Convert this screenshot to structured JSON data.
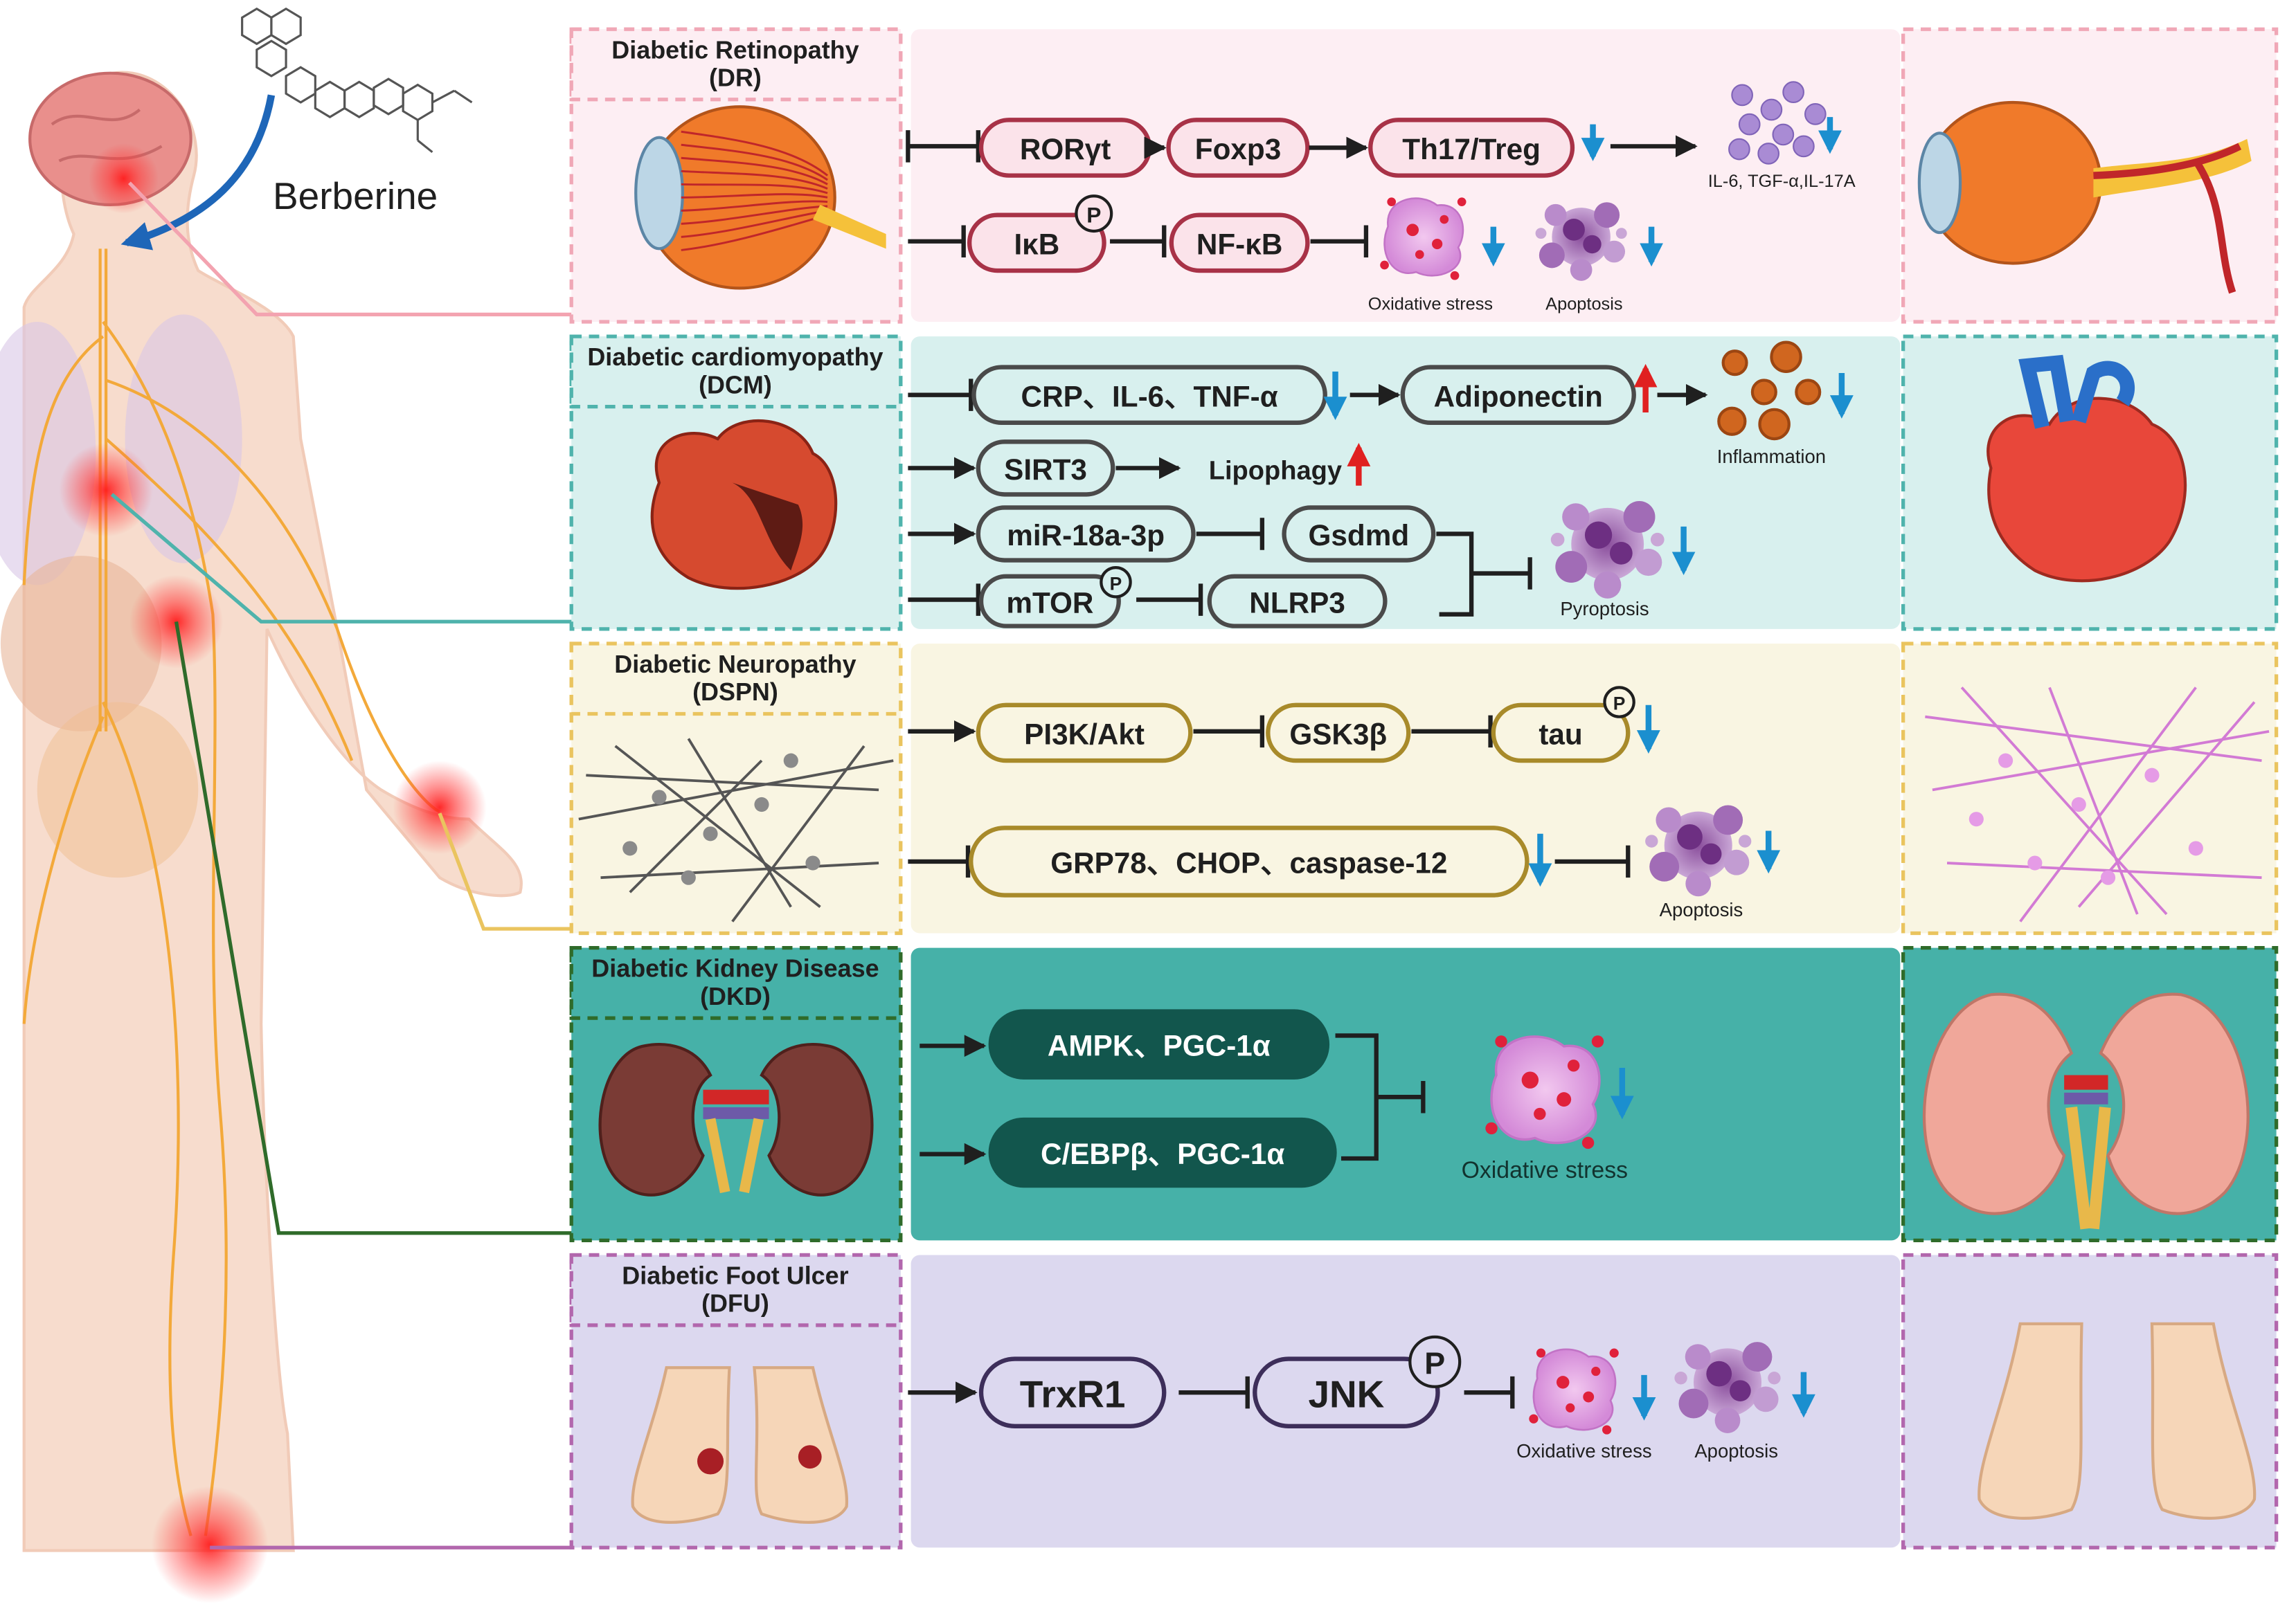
{
  "drug": {
    "name": "Berberine"
  },
  "panels": {
    "dr": {
      "title_line1": "Diabetic Retinopathy",
      "title_line2": "(DR)",
      "colors": {
        "bg": "#fdeef3",
        "border": "#f0a7b6",
        "pill_fill": "#fbe3ea",
        "pill_stroke": "#a83247"
      },
      "pills": [
        "RORγt",
        "Foxp3",
        "Th17/Treg",
        "IκB",
        "NF-κB"
      ],
      "labels": {
        "cytokines": "IL-6, TGF-α,IL-17A",
        "oxidative": "Oxidative stress",
        "apoptosis": "Apoptosis"
      },
      "phospho": "P"
    },
    "dcm": {
      "title_line1": "Diabetic cardiomyopathy",
      "title_line2": "(DCM)",
      "colors": {
        "bg": "#d8f0ee",
        "border": "#4fb3ac",
        "pill_fill": "#d8f0ee",
        "pill_stroke": "#4a4a4a"
      },
      "pills": [
        "CRP、IL-6、TNF-α",
        "Adiponectin",
        "SIRT3",
        "miR-18a-3p",
        "Gsdmd",
        "mTOR",
        "NLRP3"
      ],
      "labels": {
        "lipophagy": "Lipophagy",
        "inflammation": "Inflammation",
        "pyroptosis": "Pyroptosis"
      },
      "phospho": "P"
    },
    "dspn": {
      "title_line1": "Diabetic Neuropathy",
      "title_line2": "(DSPN)",
      "colors": {
        "bg": "#f9f5e2",
        "border": "#eac45f",
        "pill_fill": "#f9f5e2",
        "pill_stroke": "#a88a2a"
      },
      "pills": [
        "PI3K/Akt",
        "GSK3β",
        "tau",
        "GRP78、CHOP、caspase-12"
      ],
      "labels": {
        "apoptosis": "Apoptosis"
      },
      "phospho": "P"
    },
    "dkd": {
      "title_line1": "Diabetic Kidney Disease",
      "title_line2": "(DKD)",
      "colors": {
        "bg": "#46b1a8",
        "border": "#2f6b2a",
        "pill_fill": "#12564d",
        "pill_text": "#ffffff"
      },
      "pills": [
        "AMPK、PGC-1α",
        "C/EBPβ、PGC-1α"
      ],
      "labels": {
        "oxidative": "Oxidative stress"
      }
    },
    "dfu": {
      "title_line1": "Diabetic Foot Ulcer",
      "title_line2": "(DFU)",
      "colors": {
        "bg": "#dcd8ef",
        "border": "#b267ad",
        "pill_fill": "#dcd8ef",
        "pill_stroke": "#3d2e5a"
      },
      "pills": [
        "TrxR1",
        "JNK"
      ],
      "labels": {
        "oxidative": "Oxidative stress",
        "apoptosis": "Apoptosis"
      },
      "phospho": "P"
    }
  },
  "arrow_colors": {
    "down": "#1b8fcf",
    "up": "#e02020"
  }
}
